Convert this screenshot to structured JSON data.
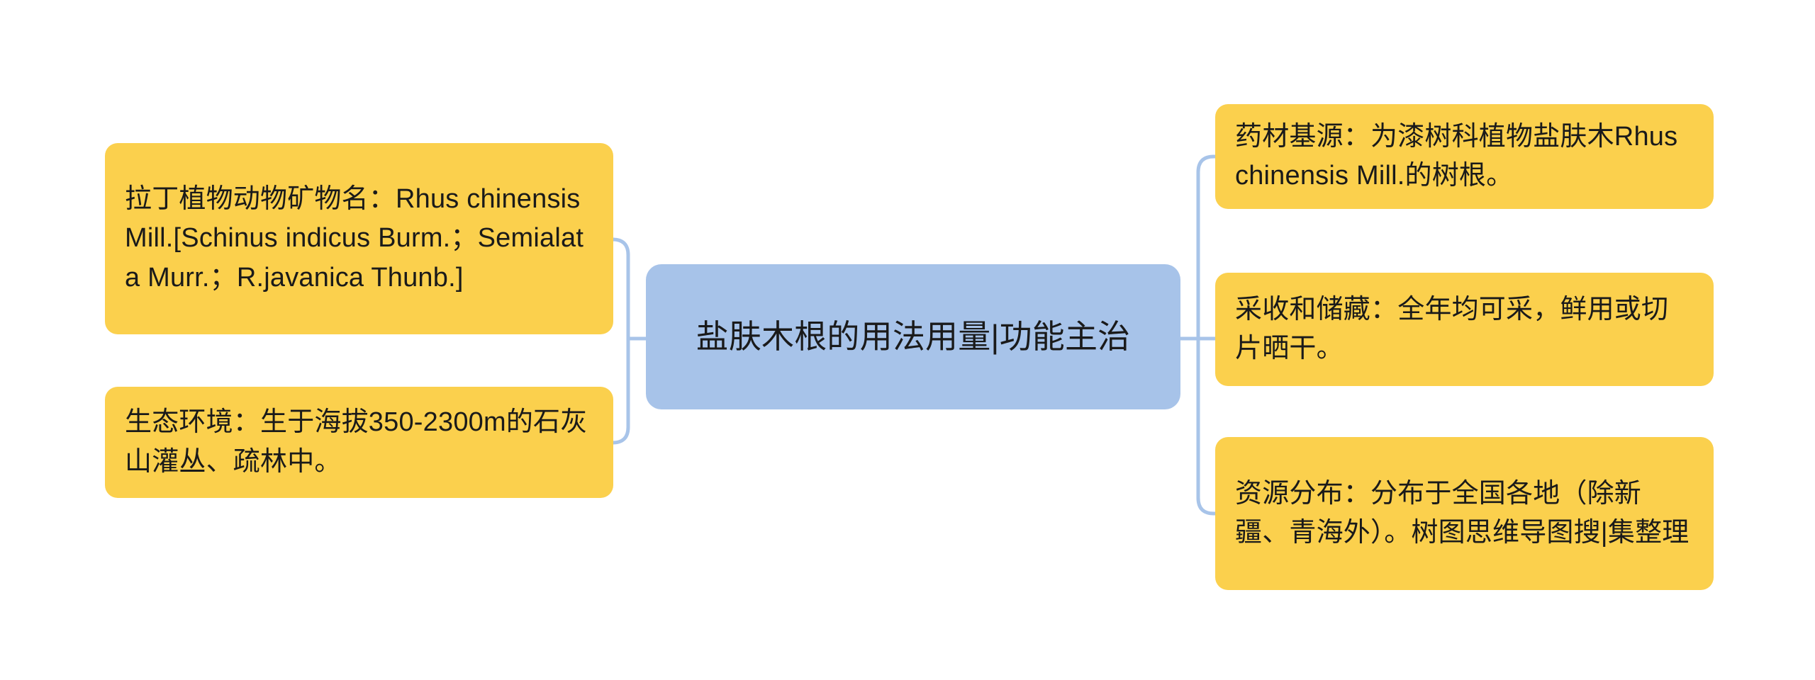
{
  "diagram": {
    "type": "mind-map",
    "background_color": "#ffffff",
    "root_color": "#a7c3e9",
    "branch_color": "#fbd04d",
    "connector_color": "#a8c4e9",
    "text_color": "#1a1a1a"
  },
  "root": {
    "label": "盐肤木根的用法用量|功能主治"
  },
  "left_branches": [
    {
      "id": "latin-name",
      "label": "拉丁植物动物矿物名：Rhus chinensis Mill.[Schinus indicus Burm.；Semialata Murr.；R.javanica Thunb.]"
    },
    {
      "id": "ecology",
      "label": "生态环境：生于海拔350-2300m的石灰山灌丛、疏林中。"
    }
  ],
  "right_branches": [
    {
      "id": "source",
      "label": "药材基源：为漆树科植物盐肤木Rhus chinensis Mill.的树根。"
    },
    {
      "id": "harvest",
      "label": "采收和储藏：全年均可采，鲜用或切片晒干。"
    },
    {
      "id": "distribution",
      "label": "资源分布：分布于全国各地（除新疆、青海外）。树图思维导图搜|集整理"
    }
  ]
}
